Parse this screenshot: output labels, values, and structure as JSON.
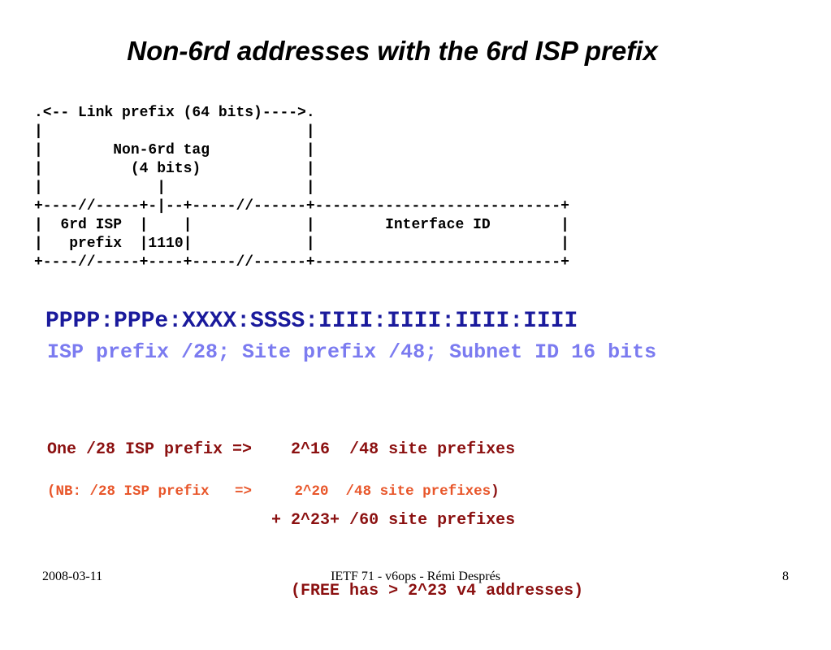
{
  "slide": {
    "title": "Non-6rd addresses with the 6rd ISP prefix",
    "diagram_lines": [
      ".<-- Link prefix (64 bits)---->.",
      "|                              |",
      "|        Non-6rd tag           |",
      "|          (4 bits)            |",
      "|             |                |",
      "+----//-----+-|--+-----//------+----------------------------+",
      "|  6rd ISP  |    |             |        Interface ID        |",
      "|   prefix  |1110|             |                            |",
      "+----//-----+----+-----//------+----------------------------+"
    ],
    "address_format": "PPPP:PPPe:XXXX:SSSS:IIII:IIII:IIII:IIII",
    "address_description": "ISP prefix /28; Site prefix /48; Subnet ID 16 bits",
    "calc_lines": [
      "One /28 ISP prefix =>    2^16  /48 site prefixes",
      "                       + 2^23+ /60 site prefixes",
      "                         (FREE has > 2^23 v4 addresses)"
    ],
    "nb_text": "(NB: /28 ISP prefix   =>     2^20  /48 site prefixes",
    "nb_close": ")"
  },
  "footer": {
    "date": "2008-03-11",
    "center": "IETF 71 - v6ops - Rémi Després",
    "page_number": "8"
  },
  "colors": {
    "title": "#000000",
    "address_format": "#1a1a9c",
    "address_description": "#7b7bf0",
    "calc": "#8b1010",
    "nb": "#e8562a"
  }
}
